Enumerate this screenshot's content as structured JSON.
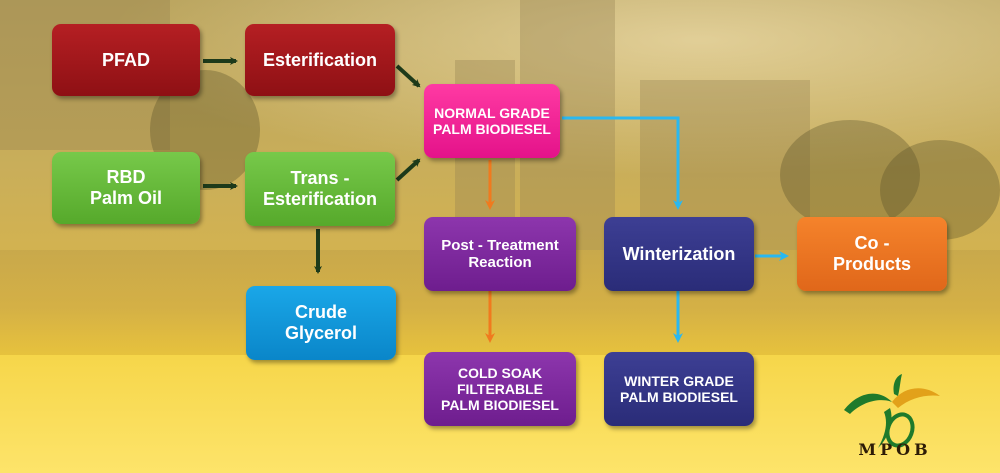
{
  "nodes": {
    "pfad": {
      "lines": [
        "PFAD"
      ]
    },
    "esterification": {
      "lines": [
        "Esterification"
      ]
    },
    "rbd_palm_oil": {
      "lines": [
        "RBD",
        "Palm Oil"
      ]
    },
    "trans_esterification": {
      "lines": [
        "Trans -",
        "Esterification"
      ]
    },
    "crude_glycerol": {
      "lines": [
        "Crude",
        "Glycerol"
      ]
    },
    "normal_grade": {
      "lines": [
        "NORMAL GRADE",
        "PALM BIODIESEL"
      ]
    },
    "post_treatment": {
      "lines": [
        "Post - Treatment",
        "Reaction"
      ]
    },
    "cold_soak": {
      "lines": [
        "COLD SOAK",
        "FILTERABLE",
        "PALM BIODIESEL"
      ]
    },
    "winterization": {
      "lines": [
        "Winterization"
      ]
    },
    "co_products": {
      "lines": [
        "Co -",
        "Products"
      ]
    },
    "winter_grade": {
      "lines": [
        "WINTER GRADE",
        "PALM BIODIESEL"
      ]
    }
  },
  "colors": {
    "red": "#a4181c",
    "green": "#66b93a",
    "blue": "#0f96d8",
    "pink": "#f01f95",
    "purple": "#7b2799",
    "navy": "#333587",
    "orange": "#ef7621",
    "arrow_dark": "#1d3a1a",
    "arrow_orange": "#f07a1e",
    "arrow_cyan": "#2ab8f0"
  },
  "logo": {
    "text": "MPOB"
  }
}
